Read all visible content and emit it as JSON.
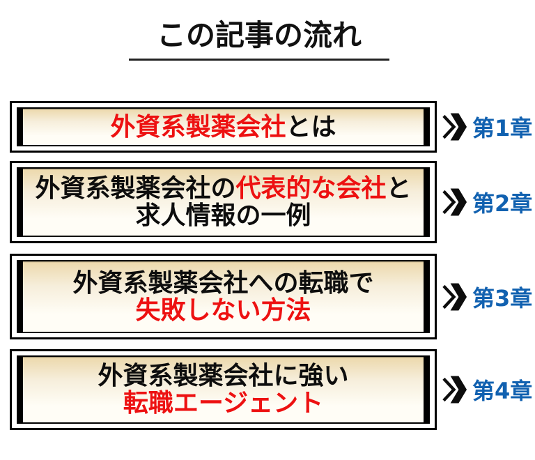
{
  "title": {
    "text": "この記事の流れ"
  },
  "colors": {
    "accent_red": "#ed1111",
    "chapter_blue": "#1161b0",
    "box_border": "#000000",
    "gradient_top_tan": "#ecd8ab",
    "gradient_bottom": "#fffdf6"
  },
  "icons": {
    "chevron": "double-chevron-right"
  },
  "rows": [
    {
      "chapter": "第1章",
      "lines": [
        {
          "segments": [
            {
              "text": "外資系製薬会社",
              "color": "red"
            },
            {
              "text": "とは",
              "color": "black"
            }
          ]
        }
      ]
    },
    {
      "chapter": "第2章",
      "lines": [
        {
          "segments": [
            {
              "text": "外資系製薬会社の",
              "color": "black"
            },
            {
              "text": "代表的な会社",
              "color": "red"
            },
            {
              "text": "と",
              "color": "black"
            }
          ]
        },
        {
          "segments": [
            {
              "text": "求人情報の一例",
              "color": "black"
            }
          ]
        }
      ]
    },
    {
      "chapter": "第3章",
      "lines": [
        {
          "segments": [
            {
              "text": "外資系製薬会社への転職で",
              "color": "black"
            }
          ]
        },
        {
          "segments": [
            {
              "text": "失敗しない方法",
              "color": "red"
            }
          ]
        }
      ]
    },
    {
      "chapter": "第4章",
      "lines": [
        {
          "segments": [
            {
              "text": "外資系製薬会社に強い",
              "color": "black"
            }
          ]
        },
        {
          "segments": [
            {
              "text": "転職エージェント",
              "color": "red"
            }
          ]
        }
      ]
    }
  ]
}
